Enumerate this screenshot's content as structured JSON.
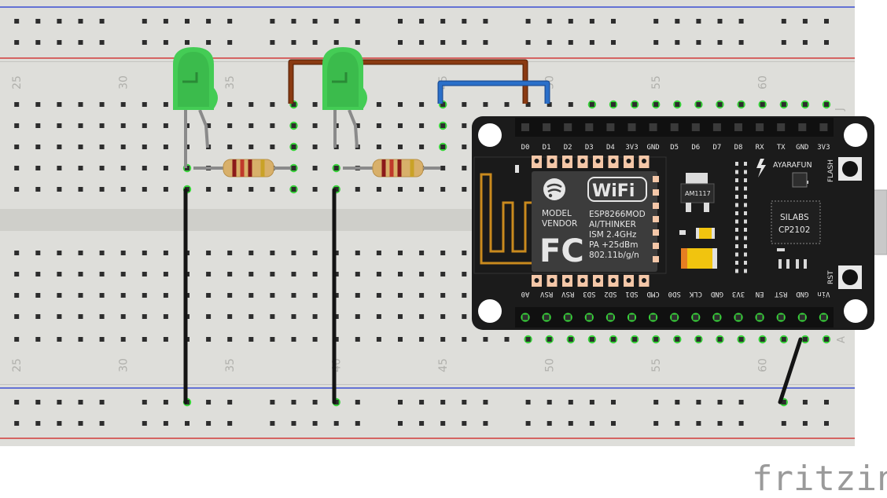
{
  "board": {
    "row_labels": [
      "J",
      "A"
    ],
    "column_numbers": [
      "25",
      "30",
      "35",
      "40",
      "45",
      "50",
      "55",
      "60"
    ]
  },
  "nodemcu": {
    "top_pins": [
      "D0",
      "D1",
      "D2",
      "D3",
      "D4",
      "3V3",
      "GND",
      "D5",
      "D6",
      "D7",
      "D8",
      "RX",
      "TX",
      "GND",
      "3V3"
    ],
    "bottom_pins": [
      "A0",
      "RSV",
      "RSV",
      "SD3",
      "SD2",
      "SD1",
      "CMD",
      "SD0",
      "CLK",
      "GND",
      "3V3",
      "EN",
      "RST",
      "GND",
      "Vin"
    ],
    "flash_label": "FLASH",
    "rst_label": "RST",
    "maker": "AYARAFUN",
    "regulator": "AM1117",
    "usb_chip": [
      "SILABS",
      "CP2102"
    ],
    "module": {
      "model_lines": [
        "MODEL",
        "VENDOR"
      ],
      "wifi_mark": "WiFi",
      "fc_mark": "FC",
      "spec_lines": [
        "ESP8266MOD",
        "AI/THINKER",
        "ISM 2.4GHz",
        "PA +25dBm",
        "802.11b/g/n"
      ]
    }
  },
  "components": {
    "leds": [
      {
        "color": "green"
      },
      {
        "color": "green"
      }
    ],
    "resistors": [
      {
        "bands": [
          "#8b1a1a",
          "#c0392b",
          "#8b1a1a",
          "#c9a227"
        ]
      },
      {
        "bands": [
          "#8b1a1a",
          "#c0392b",
          "#8b1a1a",
          "#c9a227"
        ]
      }
    ],
    "wire_colors": {
      "brown": "#8a3a12",
      "blue": "#2a6fc9",
      "black": "#141414"
    }
  },
  "watermark": "fritzing",
  "colors": {
    "board": "#dededa",
    "rail_red": "#d23b3b",
    "rail_blue": "#3b4fd2",
    "hole": "#2d2d2d",
    "active_hole": "#38d43a",
    "pcb": "#1b1b1b"
  }
}
